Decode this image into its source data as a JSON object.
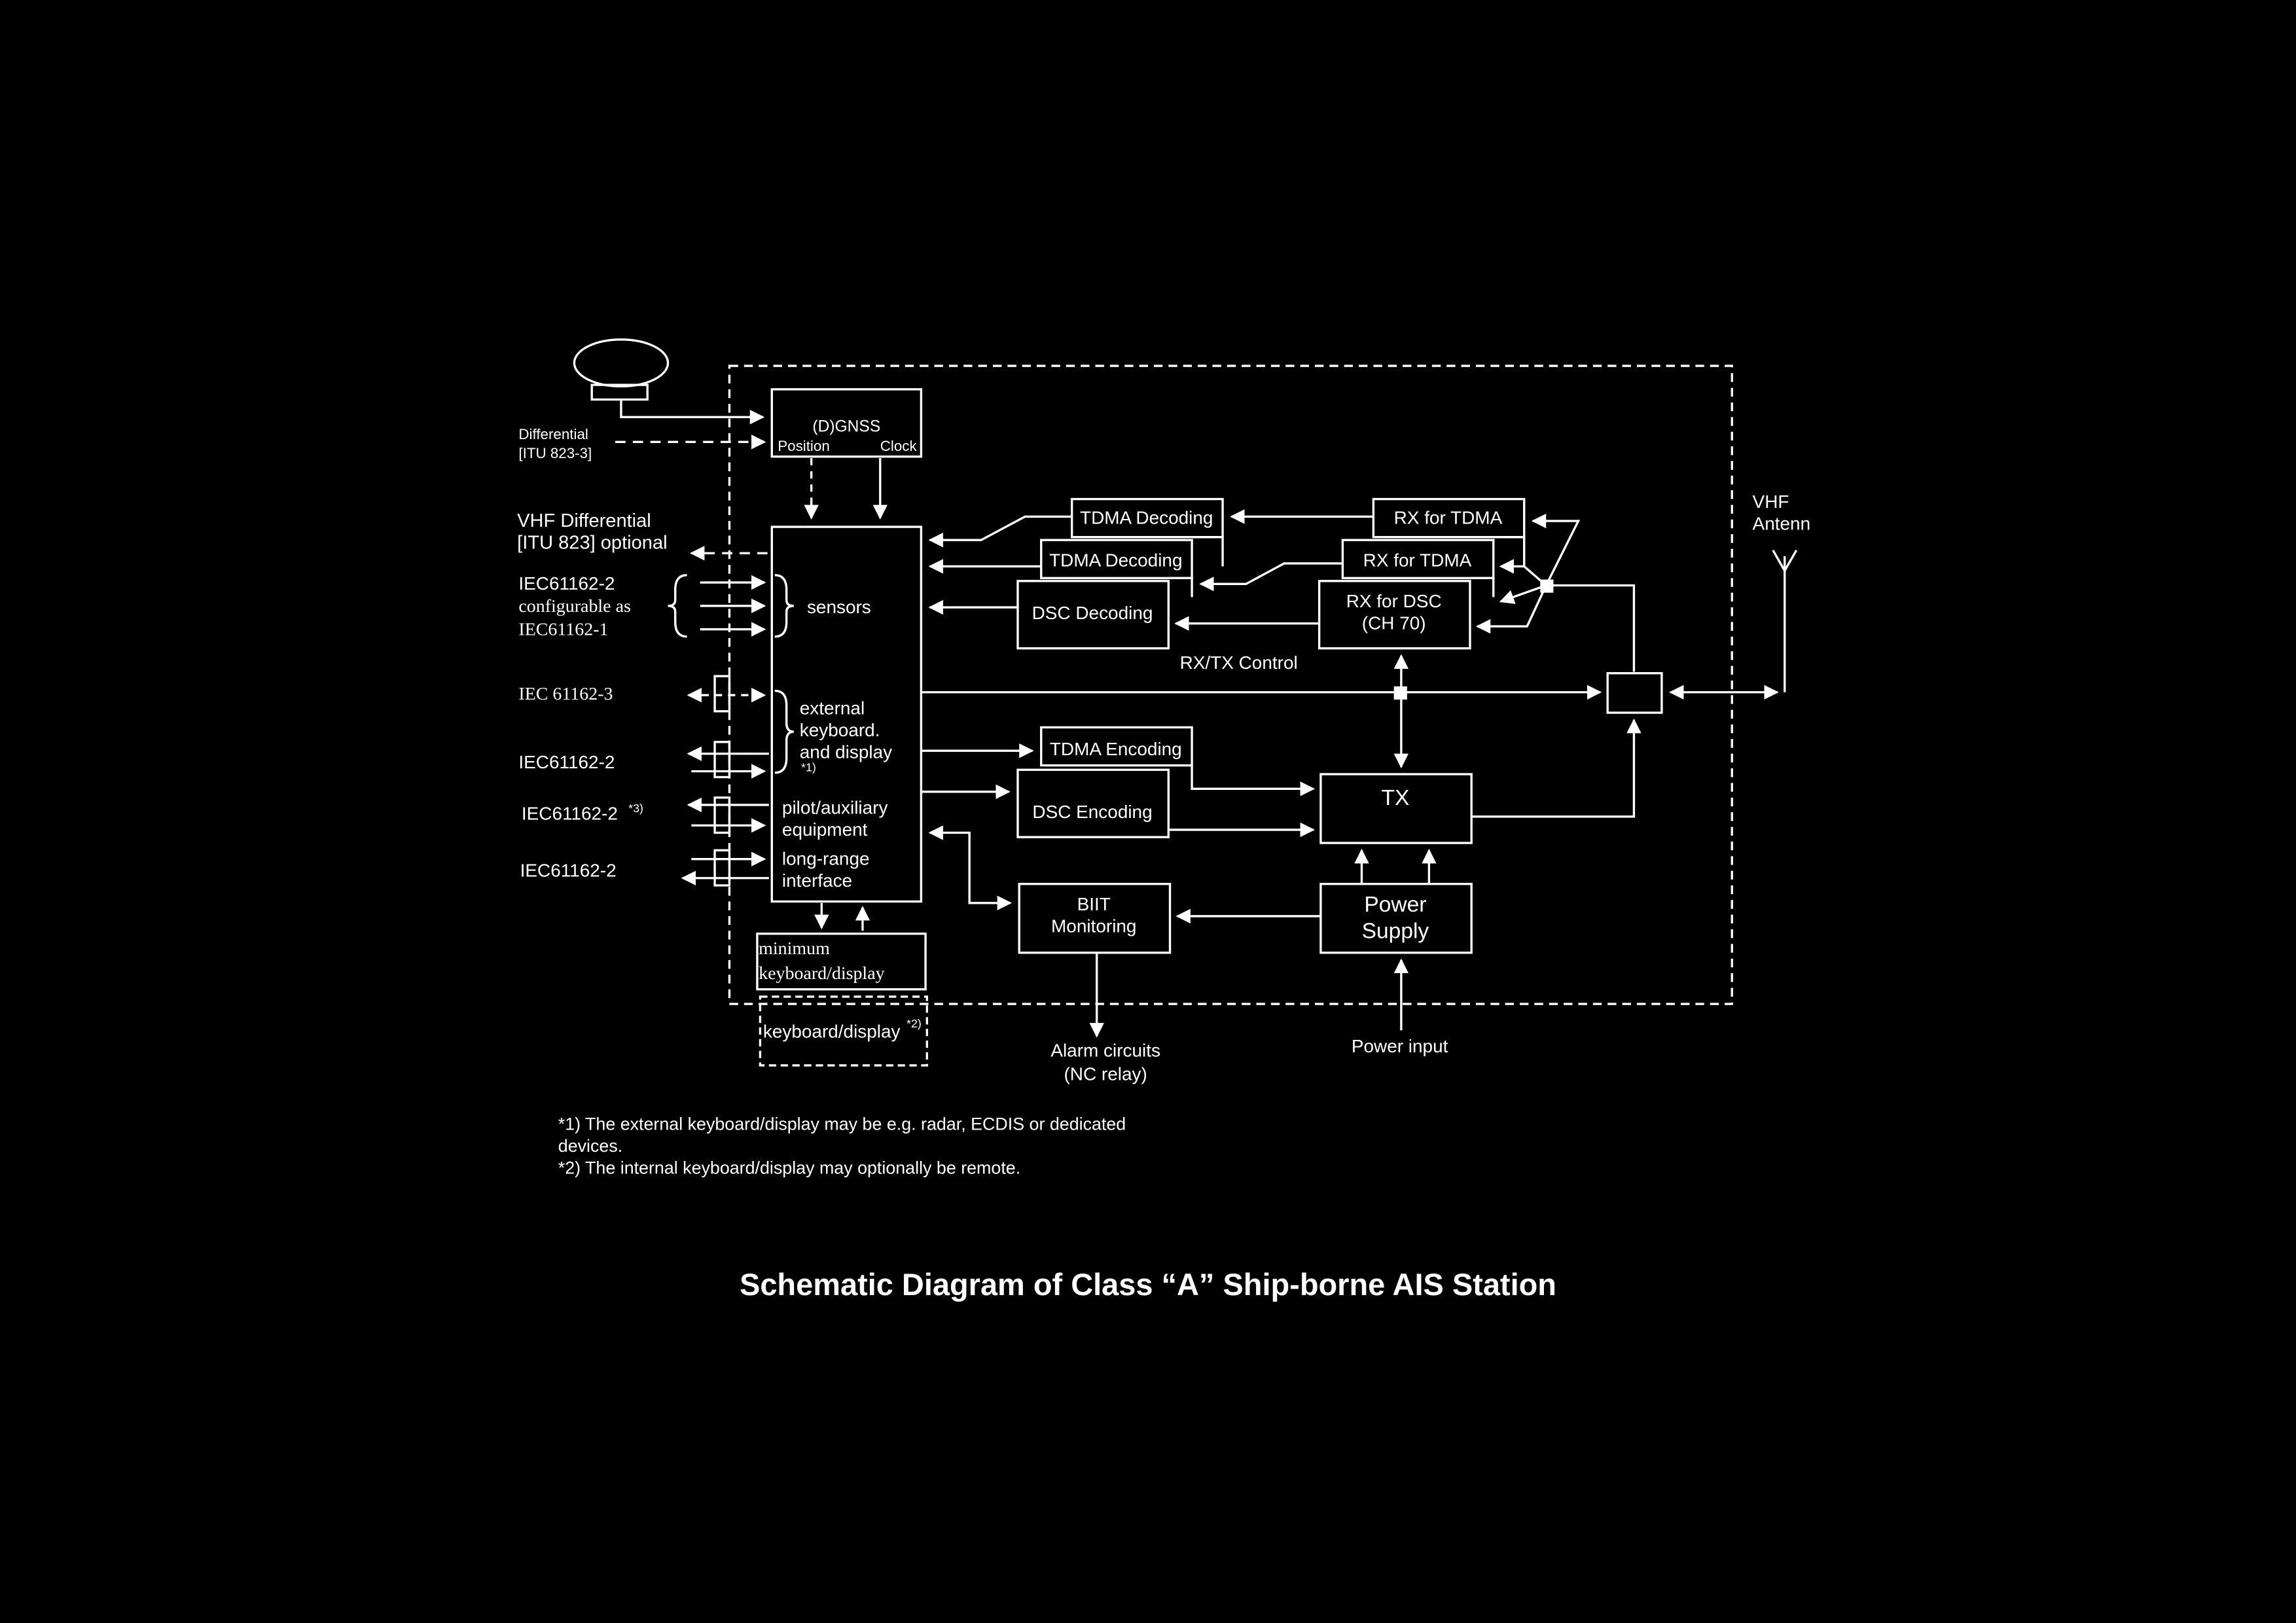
{
  "diagram": {
    "title": "Schematic Diagram of Class “A” Ship-borne AIS Station",
    "colors": {
      "background": "#000000",
      "foreground": "#ffffff"
    },
    "blocks": {
      "dgnss_title": "(D)GNSS",
      "dgnss_position": "Position",
      "dgnss_clock": "Clock",
      "sensors": "sensors",
      "external_line1": "external",
      "external_line2": "keyboard.",
      "external_line3": "and display",
      "external_note": "*1)",
      "pilot_line1": "pilot/auxiliary",
      "pilot_line2": "equipment",
      "longrange_line1": "long-range",
      "longrange_line2": "interface",
      "tdma_decoding_1": "TDMA Decoding",
      "tdma_decoding_2": "TDMA Decoding",
      "dsc_decoding": "DSC Decoding",
      "rx_tdma_1": "RX for TDMA",
      "rx_tdma_2": "RX for TDMA",
      "rx_dsc_line1": "RX for DSC",
      "rx_dsc_line2": "(CH 70)",
      "rxtx_control": "RX/TX Control",
      "tdma_encoding": "TDMA Encoding",
      "dsc_encoding": "DSC Encoding",
      "tx": "TX",
      "biit_line1": "BIIT",
      "biit_line2": "Monitoring",
      "power_line1": "Power",
      "power_line2": "Supply",
      "min_kbd_line1": "minimum",
      "min_kbd_line2": "keyboard/display",
      "kbd_display": "keyboard/display",
      "kbd_display_note": "*2)"
    },
    "external_labels": {
      "differential_line1": "Differential",
      "differential_line2": "[ITU 823-3]",
      "vhf_diff_line1": "VHF Differential",
      "vhf_diff_line2": "[ITU 823] optional",
      "iec_sensor_line1": "IEC61162-2",
      "iec_sensor_line2": "configurable as",
      "iec_sensor_line3": "IEC61162-1",
      "iec_3": "IEC 61162-3",
      "iec_2a": "IEC61162-2",
      "iec_2b": "IEC61162-2",
      "iec_2b_note": "*3)",
      "iec_2c": "IEC61162-2",
      "vhf_antenna_line1": "VHF",
      "vhf_antenna_line2": "Antenn",
      "alarm_line1": "Alarm  circuits",
      "alarm_line2": "(NC relay)",
      "power_input": "Power input"
    },
    "footnotes": {
      "note1_line1": "*1) The external keyboard/display may be e.g. radar, ECDIS or dedicated",
      "note1_line2": "devices.",
      "note2": "*2) The internal keyboard/display may optionally be remote."
    },
    "icons": [
      "gnss-antenna-icon",
      "vhf-antenna-icon"
    ]
  }
}
